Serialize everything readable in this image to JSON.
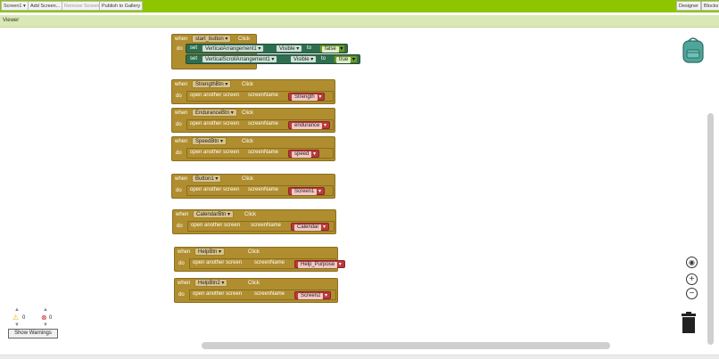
{
  "toolbar": {
    "screen_select": "Screen1 ▾",
    "add_screen": "Add Screen...",
    "remove_screen": "Remove Screen",
    "publish": "Publish to Gallery",
    "designer": "Designer",
    "blocks": "Blocks"
  },
  "viewer": {
    "label": "Viewer"
  },
  "keywords": {
    "when": "when",
    "do": "do",
    "click": "Click",
    "set": "set",
    "to": "to",
    "open": "open another screen",
    "screen_name": "screenName"
  },
  "start_block": {
    "component": "start_button",
    "row1": {
      "component": "VerticalArrangement1",
      "property": "Visible",
      "value": "false"
    },
    "row2": {
      "component": "VerticalScrollArrangement1",
      "property": "Visible",
      "value": "true"
    }
  },
  "blocks": [
    {
      "component": "StrengthBtn",
      "screen": "Strength"
    },
    {
      "component": "EnduranceBtn",
      "screen": "endurance"
    },
    {
      "component": "SpeedBtn",
      "screen": "speed"
    },
    {
      "component": "Button1",
      "screen": "Screen1"
    },
    {
      "component": "CalendarBtn",
      "screen": "Calendar"
    },
    {
      "component": "HelpBtn",
      "screen": "Help_Purpose"
    },
    {
      "component": "HelpBtn2",
      "screen": "Screen2"
    }
  ],
  "warnings": {
    "warn_count": "0",
    "error_count": "0",
    "show_label": "Show Warnings"
  },
  "controls": {
    "zoom_in": "+",
    "zoom_out": "−"
  },
  "colors": {
    "topbar": "#8dc500",
    "event_block": "#b08d2e",
    "text_block": "#b83b3b",
    "set_block": "#2e6e50"
  }
}
